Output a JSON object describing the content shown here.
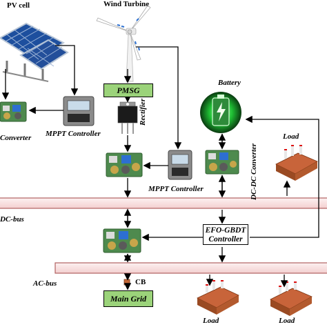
{
  "labels": {
    "pv_cell": "PV cell",
    "wind_turbine": "Wind Turbine",
    "battery": "Battery",
    "pmsg": "PMSG",
    "rectifier": "Rectifier",
    "dc_converter_partial": "Converter",
    "mppt_controller_left": "MPPT Controller",
    "mppt_controller_mid": "MPPT Controller",
    "dc_dc_converter": "DC-DC Converter",
    "load_top": "Load",
    "dc_bus": "DC-bus",
    "efo_line1": "EFO-GBDT",
    "efo_line2": "Controller",
    "ac_bus": "AC-bus",
    "cb": "CB",
    "main_grid": "Main Grid",
    "load_bottom_1": "Load",
    "load_bottom_2": "Load"
  },
  "colors": {
    "bus_fill": "#fbe6e6",
    "bus_stroke": "#b06060",
    "controller_box": "#9bd37a",
    "solar_panel": "#1d4f9e",
    "battery_glow": "#2bd63a"
  },
  "icons": [
    "solar-panel-icon",
    "wind-turbine-icon",
    "rectifier-icon",
    "converter-board-icon",
    "mppt-controller-icon",
    "battery-icon",
    "factory-load-icon",
    "circuit-breaker-icon"
  ]
}
